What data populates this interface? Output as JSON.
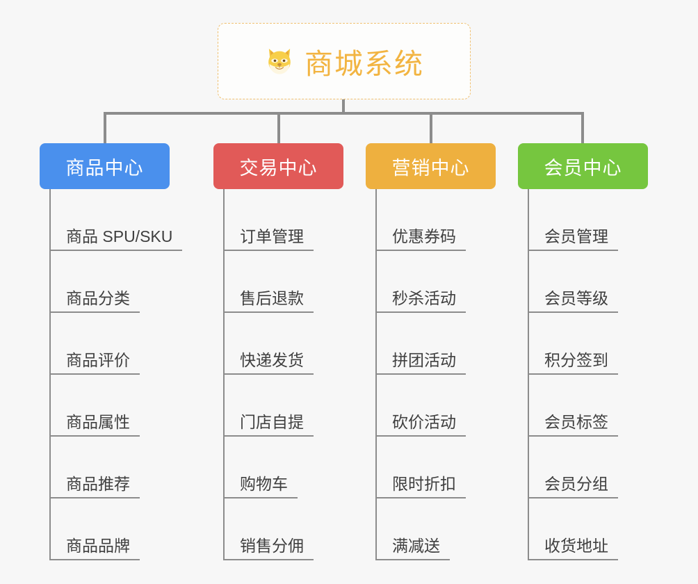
{
  "diagram": {
    "type": "mindmap-org-chart",
    "background_color": "#f7f7f7",
    "connector_color": "#8c8c8c",
    "root": {
      "title": "商城系统",
      "icon": "shiba-dog-face-icon",
      "text_color": "#f2b441",
      "border_color": "#f0c070",
      "background_color": "#fdfdfc"
    },
    "branches": [
      {
        "label": "商品中心",
        "color": "#4a90ed",
        "name": "product-center",
        "items": [
          "商品 SPU/SKU",
          "商品分类",
          "商品评价",
          "商品属性",
          "商品推荐",
          "商品品牌"
        ]
      },
      {
        "label": "交易中心",
        "color": "#e15a58",
        "name": "trade-center",
        "items": [
          "订单管理",
          "售后退款",
          "快递发货",
          "门店自提",
          "购物车",
          "销售分佣"
        ]
      },
      {
        "label": "营销中心",
        "color": "#eeb03f",
        "name": "marketing-center",
        "items": [
          "优惠券码",
          "秒杀活动",
          "拼团活动",
          "砍价活动",
          "限时折扣",
          "满减送"
        ]
      },
      {
        "label": "会员中心",
        "color": "#76c63f",
        "name": "member-center",
        "items": [
          "会员管理",
          "会员等级",
          "积分签到",
          "会员标签",
          "会员分组",
          "收货地址"
        ]
      }
    ]
  }
}
